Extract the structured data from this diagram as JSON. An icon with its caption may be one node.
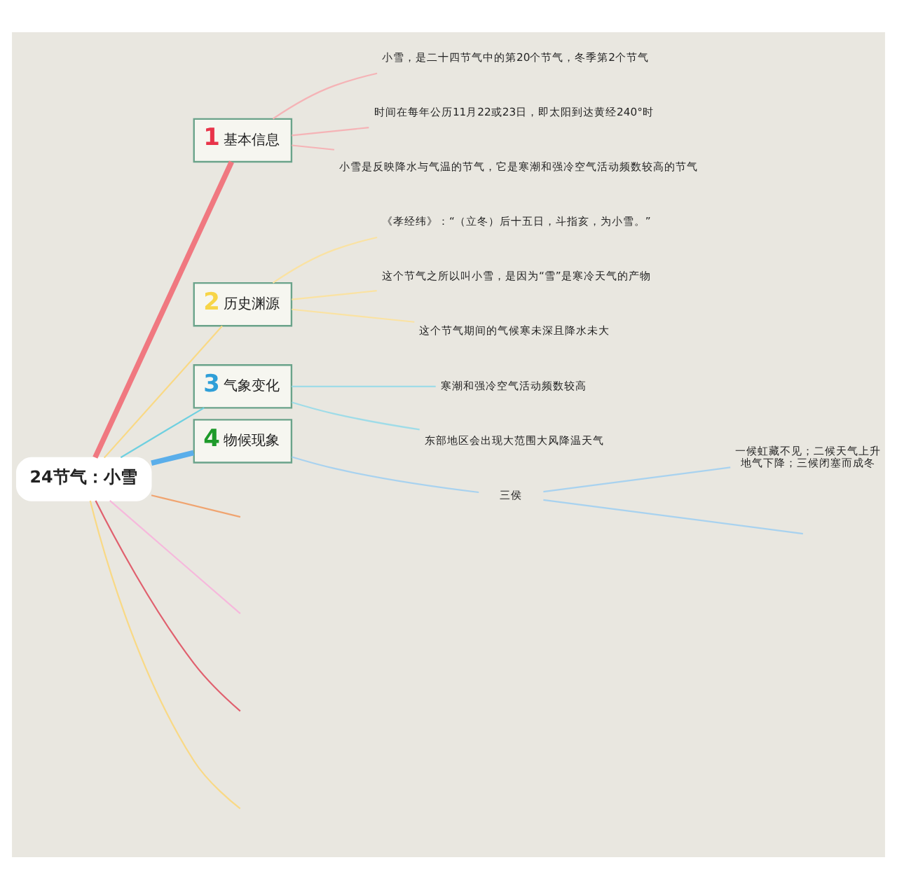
{
  "diagram": {
    "nodes": [
      {
        "text": [
          "24节气：小雪"
        ]
      },
      {
        "text": [
          "1",
          "基本信息"
        ]
      },
      {
        "text": [
          "小雪，是二十四节气中的第20个节气，冬季第2个节气"
        ]
      },
      {
        "text": [
          "时间在每年公历11月22或23日，即太阳到达黄经240°时"
        ]
      },
      {
        "text": [
          "小雪是反映降水与气温的节气，它是寒潮和强冷空气活动频数较高的节气"
        ]
      },
      {
        "text": [
          "2",
          "历史渊源"
        ]
      },
      {
        "text": [
          "《孝经纬》：“（立冬）后十五日，斗指亥，为小雪。”"
        ]
      },
      {
        "text": [
          "这个节气之所以叫小雪，是因为“雪”是寒冷天气的产物"
        ]
      },
      {
        "text": [
          "这个节气期间的气候寒未深且降水未大"
        ]
      },
      {
        "text": [
          "3",
          "气象变化"
        ]
      },
      {
        "text": [
          "寒潮和强冷空气活动频数较高"
        ]
      },
      {
        "text": [
          "东部地区会出现大范围大风降温天气"
        ]
      },
      {
        "text": [
          "4",
          "物候现象"
        ]
      },
      {
        "text": [
          "三侯"
        ]
      },
      {
        "text": [
          "一候虹藏不见；二候天气上升地气下降；三候闭塞而成冬"
        ]
      }
    ],
    "edges": [
      {
        "from": 0,
        "to": 1,
        "arrow": "none",
        "style": "thick",
        "color": "#f07880"
      },
      {
        "from": 1,
        "to": 2,
        "arrow": "none",
        "color": "#f5b3b6"
      },
      {
        "from": 1,
        "to": 3,
        "arrow": "none",
        "color": "#f5b3b6"
      },
      {
        "from": 1,
        "to": 4,
        "arrow": "none",
        "color": "#f5b3b6"
      },
      {
        "from": 0,
        "to": 5,
        "arrow": "none",
        "color": "#f9d985"
      },
      {
        "from": 5,
        "to": 6,
        "arrow": "none",
        "color": "#fae2a2"
      },
      {
        "from": 5,
        "to": 7,
        "arrow": "none",
        "color": "#fae2a2"
      },
      {
        "from": 5,
        "to": 8,
        "arrow": "none",
        "color": "#fae2a2"
      },
      {
        "from": 0,
        "to": 9,
        "arrow": "none",
        "color": "#6fd0e0"
      },
      {
        "from": 9,
        "to": 10,
        "arrow": "none",
        "color": "#9fdce8"
      },
      {
        "from": 9,
        "to": 11,
        "arrow": "none",
        "color": "#9fdce8"
      },
      {
        "from": 0,
        "to": 12,
        "arrow": "none",
        "style": "thick",
        "color": "#5aaeea"
      },
      {
        "from": 12,
        "to": 13,
        "arrow": "none",
        "color": "#a8d2ef"
      },
      {
        "from": 13,
        "to": 14,
        "arrow": "none",
        "color": "#a8d2ef"
      },
      {
        "from": 13,
        "to": null,
        "arrow": "none",
        "color": "#a8d2ef"
      },
      {
        "from": 0,
        "to": null,
        "arrow": "none",
        "color": "#f9d985"
      },
      {
        "from": 0,
        "to": null,
        "arrow": "none",
        "color": "#e0606e"
      },
      {
        "from": 0,
        "to": null,
        "arrow": "none",
        "color": "#f6b8dc"
      },
      {
        "from": 0,
        "to": null,
        "arrow": "none",
        "color": "#f0a470"
      }
    ]
  }
}
